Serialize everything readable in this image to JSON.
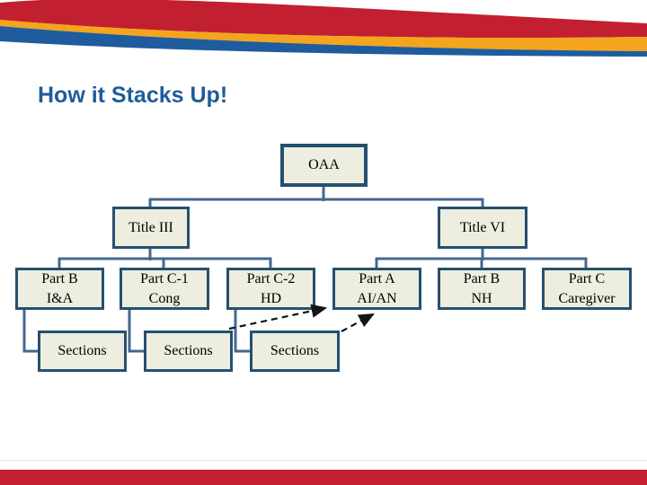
{
  "title": "How it Stacks Up!",
  "diagram": {
    "nodes": [
      {
        "id": "oaa",
        "label": "OAA",
        "parent": null
      },
      {
        "id": "title-iii",
        "label": "Title III",
        "parent": "oaa"
      },
      {
        "id": "title-vi",
        "label": "Title VI",
        "parent": "oaa"
      },
      {
        "id": "part-b-ia",
        "label": "Part B\nI&A",
        "parent": "title-iii"
      },
      {
        "id": "part-c1-cong",
        "label": "Part C-1\nCong",
        "parent": "title-iii"
      },
      {
        "id": "part-c2-hd",
        "label": "Part C-2\nHD",
        "parent": "title-iii"
      },
      {
        "id": "part-a-aian",
        "label": "Part A\nAI/AN",
        "parent": "title-vi"
      },
      {
        "id": "part-b-nh",
        "label": "Part B\nNH",
        "parent": "title-vi"
      },
      {
        "id": "part-c-caregiver",
        "label": "Part C\nCaregiver",
        "parent": "title-vi"
      },
      {
        "id": "sections-1",
        "label": "Sections",
        "parent": "part-b-ia"
      },
      {
        "id": "sections-2",
        "label": "Sections",
        "parent": "part-c1-cong"
      },
      {
        "id": "sections-3",
        "label": "Sections",
        "parent": "part-c2-hd"
      }
    ],
    "dashed_arrows": [
      {
        "from": "sections-2",
        "to": "part-a-aian"
      },
      {
        "from": "sections-3",
        "to": "part-a-aian"
      }
    ]
  },
  "colors": {
    "title_text": "#1F5C99",
    "box_fill": "#EDEEDF",
    "box_border": "#255070",
    "connector": "#44688E",
    "dashed_arrow": "#141414",
    "ribbon_red": "#C22030",
    "ribbon_gold": "#F5A41D",
    "ribbon_blue": "#1F5C9E",
    "footer_bar": "#C22030"
  }
}
